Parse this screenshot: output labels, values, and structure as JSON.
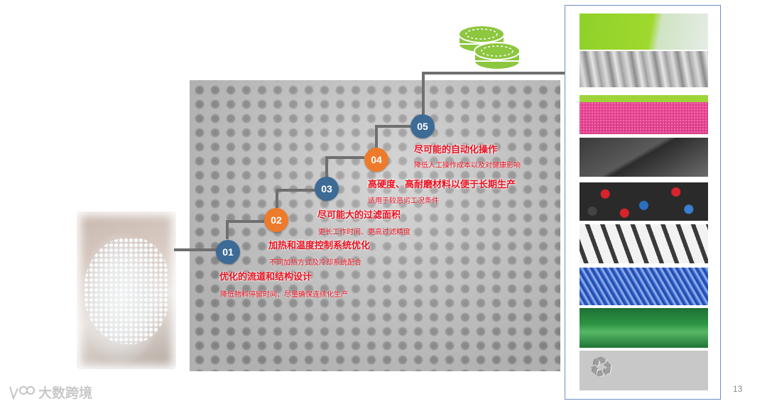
{
  "steps": [
    {
      "num": "01",
      "title": "优化的流道和结构设计",
      "sub": "降低物料停留时间、尽量确保连续化生产"
    },
    {
      "num": "02",
      "title": "加热和温度控制系统优化",
      "sub": "不同加热方式及冷却系统配合"
    },
    {
      "num": "03",
      "title": "尽可能大的过滤面积",
      "sub": "更长工作时间、更高过滤精度"
    },
    {
      "num": "04",
      "title": "高硬度、高耐磨材料以便于长期生产",
      "sub": "适用于较恶劣工况条件"
    },
    {
      "num": "05",
      "title": "尽可能的自动化操作",
      "sub": "降低人工操作成本以及对健康影响"
    }
  ],
  "logo": {
    "text": "大数跨境",
    "icon": "brand-logo-icon"
  },
  "page_number": "13",
  "colors": {
    "title_red": "#e8101f",
    "circle_blue": "#3d6b96",
    "circle_orange": "#ee7a2b",
    "coin_green": "#8dc63f",
    "connector_gray": "#6f6f6f"
  },
  "icons": {
    "coins": "coins-icon",
    "recycle": "recycle-pp-icon"
  }
}
